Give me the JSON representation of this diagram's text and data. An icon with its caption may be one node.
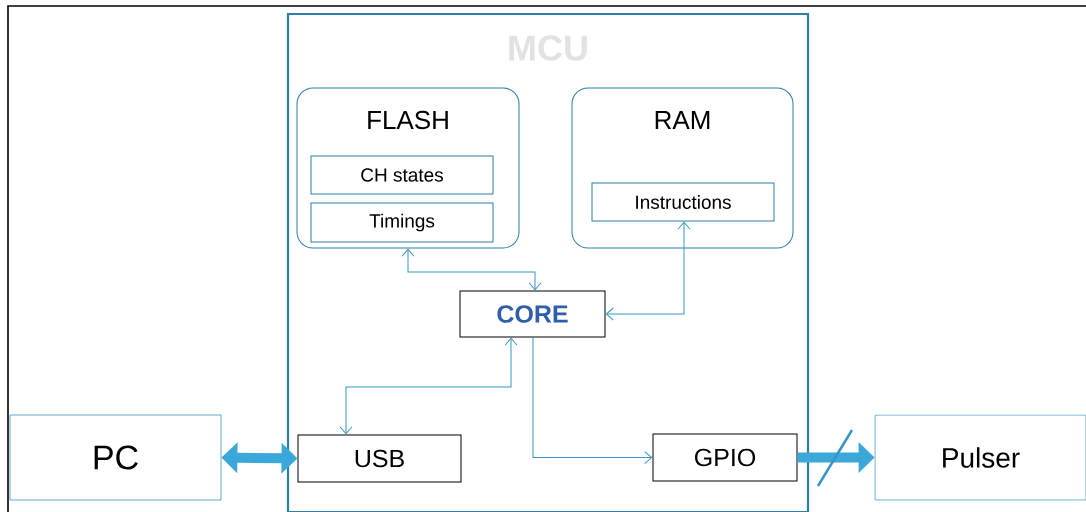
{
  "diagram": {
    "nodes": [
      {
        "text": [
          "MCU"
        ]
      },
      {
        "text": [
          "FLASH"
        ],
        "in": 0
      },
      {
        "text": [
          "CH states"
        ],
        "in": 1
      },
      {
        "text": [
          "Timings"
        ],
        "in": 1
      },
      {
        "text": [
          "RAM"
        ],
        "in": 0
      },
      {
        "text": [
          "Instructions"
        ],
        "in": 4
      },
      {
        "text": [
          "CORE"
        ],
        "in": 0
      },
      {
        "text": [
          "USB"
        ],
        "in": 0
      },
      {
        "text": [
          "GPIO"
        ],
        "in": 0
      },
      {
        "text": [
          "PC"
        ]
      },
      {
        "text": [
          "Pulser"
        ]
      }
    ],
    "edges": [
      {
        "from": 1,
        "to": 6,
        "arrow": "both"
      },
      {
        "from": 6,
        "to": 5,
        "arrow": "both"
      },
      {
        "from": 7,
        "to": 6,
        "arrow": "both"
      },
      {
        "from": 6,
        "to": 8,
        "arrow": "to"
      },
      {
        "from": 9,
        "to": 7,
        "arrow": "both",
        "style": "thick",
        "color": "#3aa8d8"
      },
      {
        "from": 8,
        "to": 10,
        "arrow": "to",
        "style": "thick",
        "color": "#3aa8d8"
      }
    ]
  }
}
